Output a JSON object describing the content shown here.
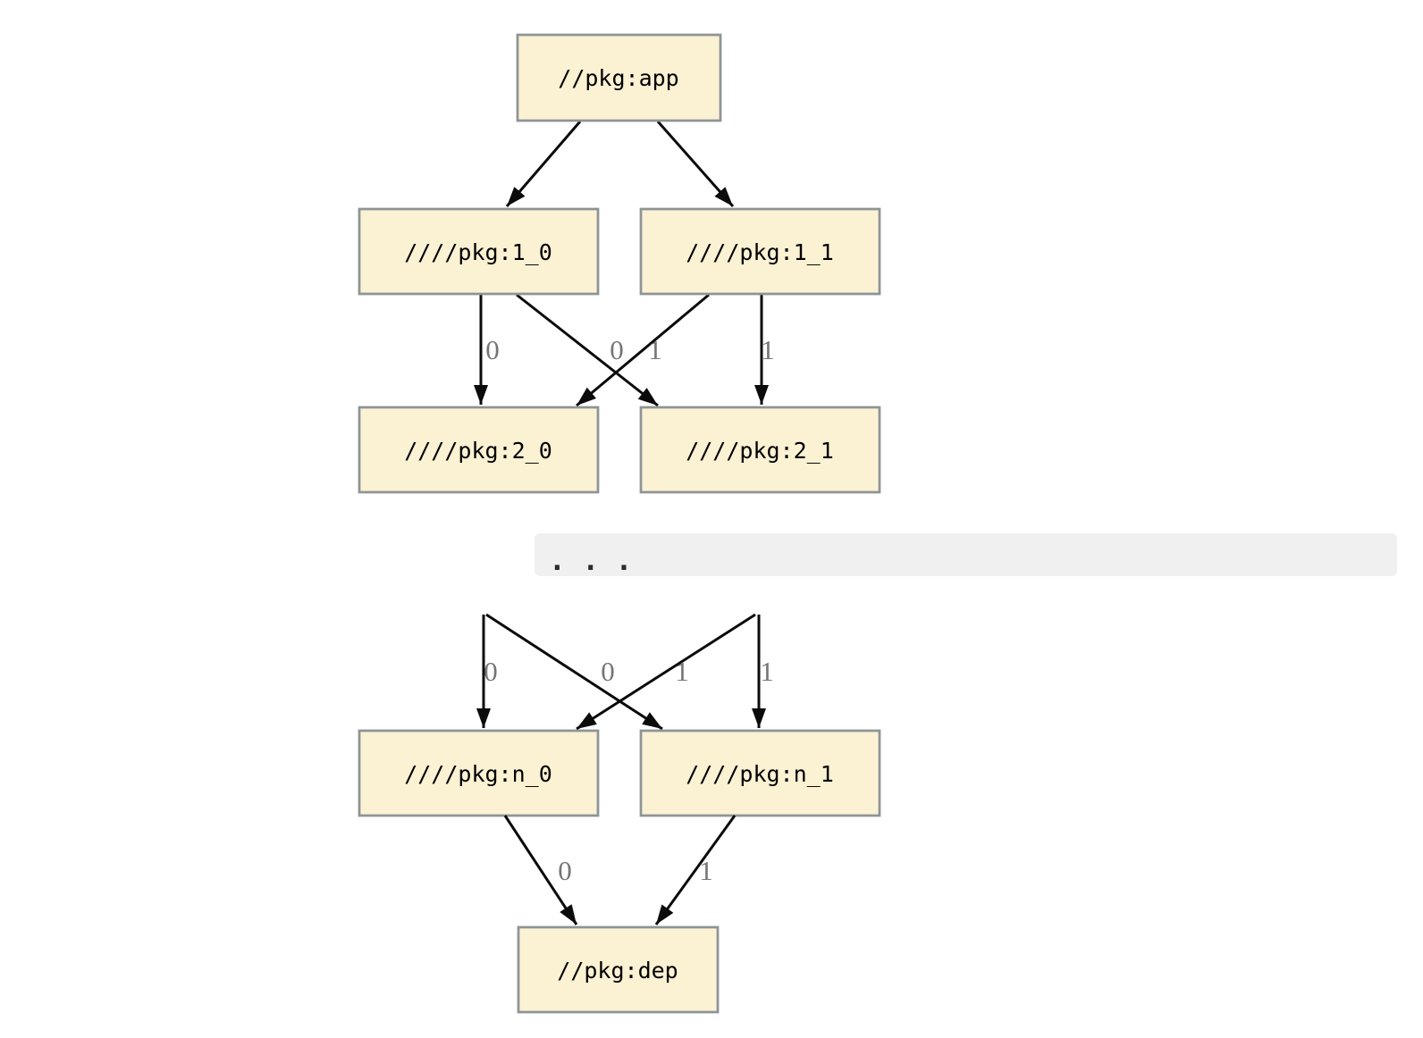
{
  "colors": {
    "background": "#ffffff",
    "node_fill": "#FBF1D3",
    "node_border": "#8E9496",
    "edge": "#0B0B0B",
    "edge_label": "#757575",
    "band_fill": "#F0F0F0",
    "band_text": "#2B2B2B"
  },
  "graph": {
    "type": "dependency-graph",
    "nodes": [
      {
        "id": "app",
        "label": "//pkg:app"
      },
      {
        "id": "1_0",
        "label": "////pkg:1_0"
      },
      {
        "id": "1_1",
        "label": "////pkg:1_1"
      },
      {
        "id": "2_0",
        "label": "////pkg:2_0"
      },
      {
        "id": "2_1",
        "label": "////pkg:2_1"
      },
      {
        "id": "n_0",
        "label": "////pkg:n_0"
      },
      {
        "id": "n_1",
        "label": "////pkg:n_1"
      },
      {
        "id": "dep",
        "label": "//pkg:dep"
      }
    ],
    "edges": [
      {
        "from": "//pkg:app",
        "to": "////pkg:1_0",
        "label": null
      },
      {
        "from": "//pkg:app",
        "to": "////pkg:1_1",
        "label": null
      },
      {
        "from": "////pkg:1_0",
        "to": "////pkg:2_0",
        "label": "0"
      },
      {
        "from": "////pkg:1_0",
        "to": "////pkg:2_1",
        "label": "1"
      },
      {
        "from": "////pkg:1_1",
        "to": "////pkg:2_0",
        "label": "0"
      },
      {
        "from": "////pkg:1_1",
        "to": "////pkg:2_1",
        "label": "1"
      },
      {
        "from": null,
        "to": "////pkg:n_0",
        "label": "0"
      },
      {
        "from": null,
        "to": "////pkg:n_1",
        "label": "1"
      },
      {
        "from": "////pkg:n_0",
        "to": "//pkg:dep",
        "label": "0"
      },
      {
        "from": "////pkg:n_1",
        "to": "//pkg:dep",
        "label": "1"
      }
    ],
    "edge_labels": {
      "tier1": [
        "0",
        "0",
        "1",
        "1"
      ],
      "tiern": [
        "0",
        "0",
        "1",
        "1"
      ],
      "dep": [
        "0",
        "1"
      ]
    },
    "ellipsis": ". . ."
  }
}
